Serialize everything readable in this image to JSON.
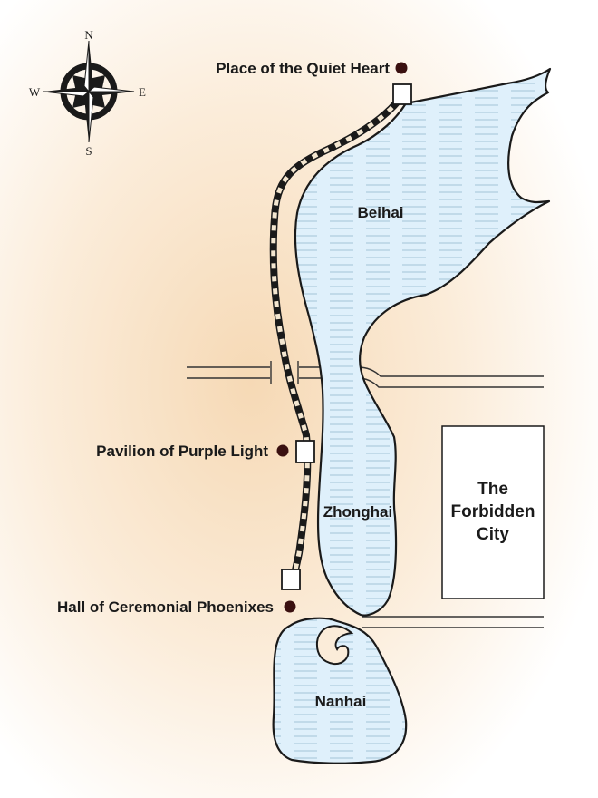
{
  "compass": {
    "n": "N",
    "s": "S",
    "e": "E",
    "w": "W"
  },
  "places": {
    "quiet_heart": "Place of the Quiet Heart",
    "purple_light": "Pavilion of Purple Light",
    "phoenixes": "Hall of Ceremonial Phoenixes"
  },
  "lakes": {
    "beihai": "Beihai",
    "zhonghai": "Zhonghai",
    "nanhai": "Nanhai"
  },
  "forbidden_city": {
    "line1": "The",
    "line2": "Forbidden",
    "line3": "City"
  },
  "colors": {
    "water": "#dff0fb",
    "land_glow": "#f6d9b5",
    "outline": "#1a1a1a",
    "marker": "#3a1010"
  }
}
